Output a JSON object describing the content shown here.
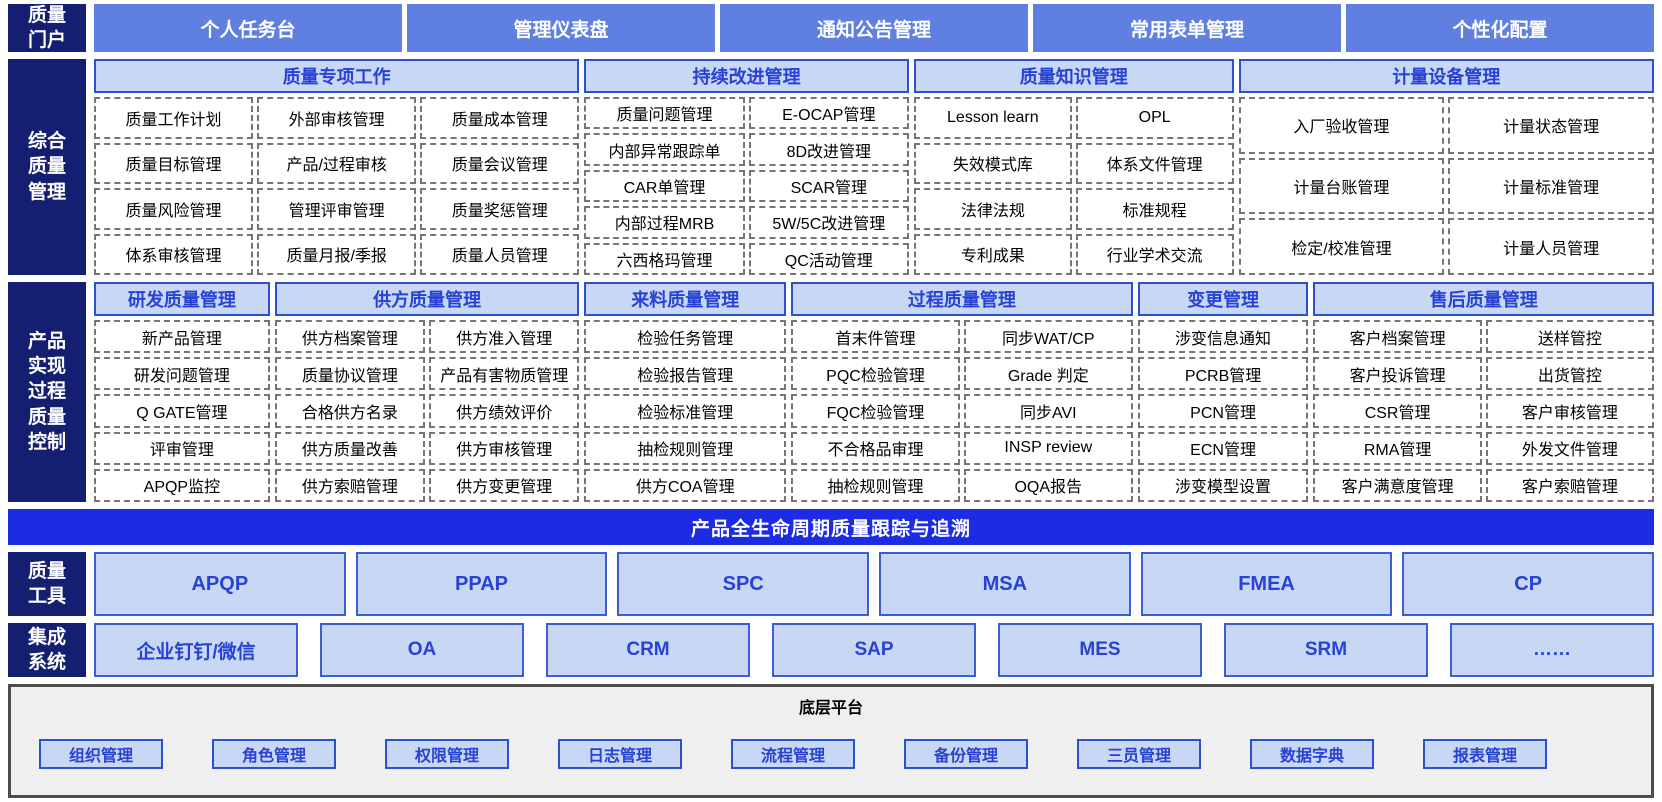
{
  "colors": {
    "sidebar_navy": "#151f72",
    "portal_button_blue": "#5f80e0",
    "group_header_bg": "#c8d7f4",
    "group_header_border": "#2b51cc",
    "group_header_text": "#2742d4",
    "banner_blue": "#1c2be4",
    "cell_dashed_border": "#757575",
    "platform_bg": "#efefef"
  },
  "portal": {
    "label": "质量门户",
    "items": [
      "个人任务台",
      "管理仪表盘",
      "通知公告管理",
      "常用表单管理",
      "个性化配置"
    ]
  },
  "comprehensive": {
    "label": "综合质量管理",
    "groups": [
      {
        "title": "质量专项工作",
        "cells": [
          "质量工作计划",
          "外部审核管理",
          "质量成本管理",
          "质量目标管理",
          "产品/过程审核",
          "质量会议管理",
          "质量风险管理",
          "管理评审管理",
          "质量奖惩管理",
          "体系审核管理",
          "质量月报/季报",
          "质量人员管理"
        ]
      },
      {
        "title": "持续改进管理",
        "cells": [
          "质量问题管理",
          "E-OCAP管理",
          "内部异常跟踪单",
          "8D改进管理",
          "CAR单管理",
          "SCAR管理",
          "内部过程MRB",
          "5W/5C改进管理",
          "六西格玛管理",
          "QC活动管理"
        ]
      },
      {
        "title": "质量知识管理",
        "cells": [
          "Lesson learn",
          "OPL",
          "失效模式库",
          "体系文件管理",
          "法律法规",
          "标准规程",
          "专利成果",
          "行业学术交流"
        ]
      },
      {
        "title": "计量设备管理",
        "cells": [
          "入厂验收管理",
          "计量状态管理",
          "计量台账管理",
          "计量标准管理",
          "检定/校准管理",
          "计量人员管理"
        ]
      }
    ]
  },
  "process": {
    "label": "产品实现过程质量控制",
    "groups": [
      {
        "title": "研发质量管理",
        "cells": [
          "新产品管理",
          "研发问题管理",
          "Q GATE管理",
          "评审管理",
          "APQP监控"
        ]
      },
      {
        "title": "供方质量管理",
        "cells": [
          "供方档案管理",
          "供方准入管理",
          "质量协议管理",
          "产品有害物质管理",
          "合格供方名录",
          "供方绩效评价",
          "供方质量改善",
          "供方审核管理",
          "供方索赔管理",
          "供方变更管理"
        ]
      },
      {
        "title": "来料质量管理",
        "cells": [
          "检验任务管理",
          "检验报告管理",
          "检验标准管理",
          "抽检规则管理",
          "供方COA管理"
        ]
      },
      {
        "title": "过程质量管理",
        "cells": [
          "首末件管理",
          "同步WAT/CP",
          "PQC检验管理",
          "Grade 判定",
          "FQC检验管理",
          "同步AVI",
          "不合格品审理",
          "INSP review",
          "抽检规则管理",
          "OQA报告"
        ]
      },
      {
        "title": "变更管理",
        "cells": [
          "涉变信息通知",
          "PCRB管理",
          "PCN管理",
          "ECN管理",
          "涉变模型设置"
        ]
      },
      {
        "title": "售后质量管理",
        "cells": [
          "客户档案管理",
          "送样管控",
          "客户投诉管理",
          "出货管控",
          "CSR管理",
          "客户审核管理",
          "RMA管理",
          "外发文件管理",
          "客户满意度管理",
          "客户索赔管理"
        ]
      }
    ]
  },
  "banner": "产品全生命周期质量跟踪与追溯",
  "tools": {
    "label": "质量工具",
    "items": [
      "APQP",
      "PPAP",
      "SPC",
      "MSA",
      "FMEA",
      "CP"
    ]
  },
  "integrations": {
    "label": "集成系统",
    "items": [
      "企业钉钉/微信",
      "OA",
      "CRM",
      "SAP",
      "MES",
      "SRM",
      "……"
    ]
  },
  "platform": {
    "title": "底层平台",
    "items": [
      "组织管理",
      "角色管理",
      "权限管理",
      "日志管理",
      "流程管理",
      "备份管理",
      "三员管理",
      "数据字典",
      "报表管理"
    ]
  }
}
